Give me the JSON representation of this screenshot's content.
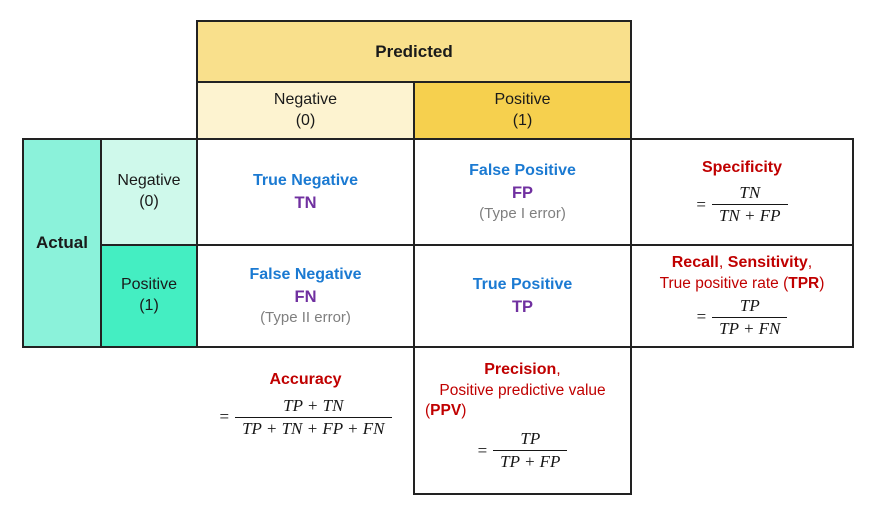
{
  "colors": {
    "predicted_header_bg": "#F9E08C",
    "predicted_negative_bg": "#FDF3D0",
    "predicted_positive_bg": "#F6D04E",
    "actual_header_bg": "#8BF2DA",
    "actual_negative_bg": "#CFF9EB",
    "actual_positive_bg": "#44EEC2",
    "term_blue": "#1B7AD2",
    "abbr_purple": "#7030A0",
    "note_gray": "#7F7F7F",
    "metric_red": "#C00000",
    "border": "#222222"
  },
  "predicted": {
    "title": "Predicted",
    "negative_label": "Negative",
    "negative_sub": "(0)",
    "positive_label": "Positive",
    "positive_sub": "(1)"
  },
  "actual": {
    "title": "Actual",
    "negative_label": "Negative",
    "negative_sub": "(0)",
    "positive_label": "Positive",
    "positive_sub": "(1)"
  },
  "cells": {
    "tn": {
      "title": "True Negative",
      "abbr": "TN"
    },
    "fp": {
      "title": "False Positive",
      "abbr": "FP",
      "note": "(Type I error)"
    },
    "fn": {
      "title": "False Negative",
      "abbr": "FN",
      "note": "(Type II error)"
    },
    "tp": {
      "title": "True Positive",
      "abbr": "TP"
    }
  },
  "metrics": {
    "specificity": {
      "title": "Specificity",
      "eq": "=",
      "numerator": "TN",
      "denominator": "TN + FP"
    },
    "recall": {
      "bold1": "Recall",
      "sep1": ", ",
      "bold2": "Sensitivity",
      "sep2": ",",
      "line2_pre": "True positive rate (",
      "line2_bold": "TPR",
      "line2_post": ")",
      "eq": "=",
      "numerator": "TP",
      "denominator": "TP + FN"
    },
    "accuracy": {
      "title": "Accuracy",
      "eq": "=",
      "numerator": "TP + TN",
      "denominator": "TP + TN + FP + FN"
    },
    "precision": {
      "bold1": "Precision",
      "sep1": ",",
      "line2": "Positive predictive value",
      "line3_pre": "(",
      "line3_bold": "PPV",
      "line3_post": ")",
      "eq": "=",
      "numerator": "TP",
      "denominator": "TP + FP"
    }
  }
}
